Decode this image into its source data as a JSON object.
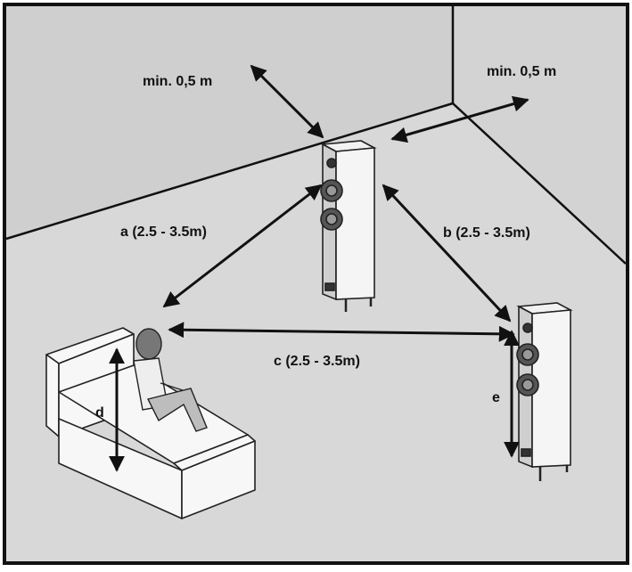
{
  "labels": {
    "min_back": "min. 0,5 m",
    "min_side": "min. 0,5 m",
    "a": "a (2.5 - 3.5m)",
    "b": "b (2.5 - 3.5m)",
    "c": "c (2.5 - 3.5m)",
    "d": "d",
    "e": "e"
  },
  "colors": {
    "floor": "#d9d9d9",
    "wall": "#cfcfcf",
    "line": "#111111",
    "furniture": "#f7f7f7"
  }
}
